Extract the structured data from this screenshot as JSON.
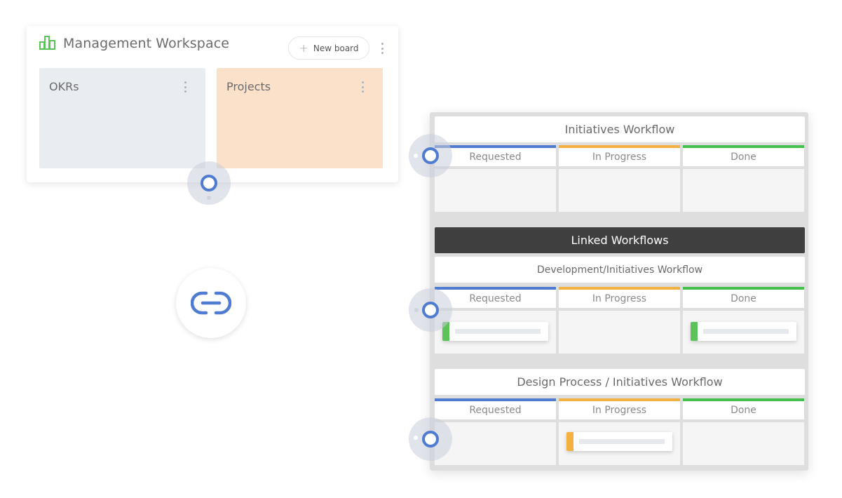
{
  "workspace": {
    "title": "Management Workspace",
    "icon": "bar-chart-icon",
    "new_board_label": "New board",
    "boards": [
      {
        "title": "OKRs",
        "color": "#e9edf1"
      },
      {
        "title": "Projects",
        "color": "#fbe0ca"
      }
    ]
  },
  "link_icon": "link-icon",
  "colors": {
    "accent_blue": "#4f7bd1",
    "requested": "#4f7bd1",
    "in_progress": "#f5b13f",
    "done": "#45c04f",
    "workspace_icon": "#5cc25a",
    "banner": "#3f3f3f"
  },
  "panel": {
    "linked_banner": "Linked Workflows",
    "workflows": [
      {
        "title": "Initiatives Workflow",
        "columns": [
          "Requested",
          "In Progress",
          "Done"
        ],
        "cards": []
      },
      {
        "title": "Development/Initiatives Workflow",
        "columns": [
          "Requested",
          "In Progress",
          "Done"
        ],
        "cards": [
          {
            "column": "Requested",
            "color": "#5cc25a"
          },
          {
            "column": "Done",
            "color": "#5cc25a"
          }
        ]
      },
      {
        "title": "Design Process / Initiatives Workflow",
        "columns": [
          "Requested",
          "In Progress",
          "Done"
        ],
        "cards": [
          {
            "column": "In Progress",
            "color": "#f5b13f"
          }
        ]
      }
    ]
  }
}
